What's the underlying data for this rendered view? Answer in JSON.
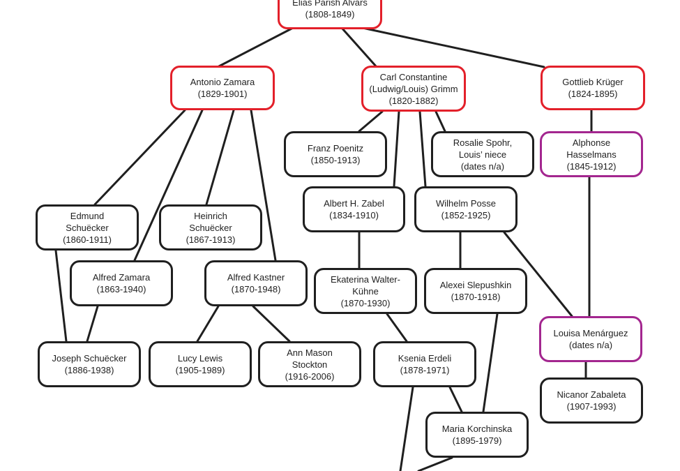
{
  "colors": {
    "line": "#1f1f1f",
    "teacher_border": "#e3202a",
    "female_border": "#a3268f",
    "default_border": "#1f1f1f"
  },
  "nodes": [
    {
      "id": "alvars",
      "lines": [
        "Elias Parish Alvars",
        "(1808-1849)"
      ],
      "style": "red"
    },
    {
      "id": "zamara_a",
      "lines": [
        "Antonio Zamara",
        "(1829-1901)"
      ],
      "style": "red"
    },
    {
      "id": "grimm",
      "lines": [
        "Carl Constantine",
        "(Ludwig/Louis) Grimm",
        "(1820-1882)"
      ],
      "style": "red"
    },
    {
      "id": "kruger",
      "lines": [
        "Gottlieb Krüger",
        "(1824-1895)"
      ],
      "style": "red"
    },
    {
      "id": "poenitz",
      "lines": [
        "Franz Poenitz",
        "(1850-1913)"
      ],
      "style": "black"
    },
    {
      "id": "spohr",
      "lines": [
        "Rosalie Spohr,",
        "Louis’ niece",
        "(dates n/a)"
      ],
      "style": "black"
    },
    {
      "id": "hasselmans",
      "lines": [
        "Alphonse",
        "Hasselmans",
        "(1845-1912)"
      ],
      "style": "purple"
    },
    {
      "id": "zabel",
      "lines": [
        "Albert H. Zabel",
        "(1834-1910)"
      ],
      "style": "black"
    },
    {
      "id": "posse",
      "lines": [
        "Wilhelm Posse",
        "(1852-1925)"
      ],
      "style": "black"
    },
    {
      "id": "edmund",
      "lines": [
        "Edmund",
        "Schuëcker",
        "(1860-1911)"
      ],
      "style": "black"
    },
    {
      "id": "heinrich",
      "lines": [
        "Heinrich",
        "Schuëcker",
        "(1867-1913)"
      ],
      "style": "black"
    },
    {
      "id": "alfred_z",
      "lines": [
        "Alfred Zamara",
        "(1863-1940)"
      ],
      "style": "black"
    },
    {
      "id": "kastner",
      "lines": [
        "Alfred Kastner",
        "(1870-1948)"
      ],
      "style": "black"
    },
    {
      "id": "walter",
      "lines": [
        "Ekaterina Walter-",
        "Kühne",
        "(1870-1930)"
      ],
      "style": "black"
    },
    {
      "id": "slepushkin",
      "lines": [
        "Alexei Slepushkin",
        "(1870-1918)"
      ],
      "style": "black"
    },
    {
      "id": "menarguez",
      "lines": [
        "Louisa Menárguez",
        "(dates n/a)"
      ],
      "style": "purple"
    },
    {
      "id": "joseph",
      "lines": [
        "Joseph Schuëcker",
        "(1886-1938)"
      ],
      "style": "black"
    },
    {
      "id": "lewis",
      "lines": [
        "Lucy Lewis",
        "(1905-1989)"
      ],
      "style": "black"
    },
    {
      "id": "stockton",
      "lines": [
        "Ann Mason",
        "Stockton",
        "(1916-2006)"
      ],
      "style": "black"
    },
    {
      "id": "erdeli",
      "lines": [
        "Ksenia Erdeli",
        "(1878-1971)"
      ],
      "style": "black"
    },
    {
      "id": "zabaleta",
      "lines": [
        "Nicanor Zabaleta",
        "(1907-1993)"
      ],
      "style": "black"
    },
    {
      "id": "korchinska",
      "lines": [
        "Maria Korchinska",
        "(1895-1979)"
      ],
      "style": "black"
    }
  ],
  "edges": [
    [
      "alvars",
      "zamara_a"
    ],
    [
      "alvars",
      "grimm"
    ],
    [
      "alvars",
      "kruger"
    ],
    [
      "zamara_a",
      "edmund"
    ],
    [
      "zamara_a",
      "alfred_z"
    ],
    [
      "zamara_a",
      "heinrich"
    ],
    [
      "zamara_a",
      "kastner"
    ],
    [
      "grimm",
      "poenitz"
    ],
    [
      "grimm",
      "zabel"
    ],
    [
      "grimm",
      "posse"
    ],
    [
      "grimm",
      "spohr"
    ],
    [
      "kruger",
      "hasselmans"
    ],
    [
      "hasselmans",
      "menarguez"
    ],
    [
      "menarguez",
      "zabaleta"
    ],
    [
      "edmund",
      "joseph"
    ],
    [
      "alfred_z",
      "joseph"
    ],
    [
      "kastner",
      "lewis"
    ],
    [
      "kastner",
      "stockton"
    ],
    [
      "zabel",
      "walter"
    ],
    [
      "walter",
      "erdeli"
    ],
    [
      "erdeli",
      "korchinska"
    ],
    [
      "erdeli",
      "offpage_a"
    ],
    [
      "posse",
      "slepushkin"
    ],
    [
      "posse",
      "menarguez"
    ],
    [
      "slepushkin",
      "korchinska"
    ],
    [
      "korchinska",
      "offpage_b"
    ]
  ]
}
